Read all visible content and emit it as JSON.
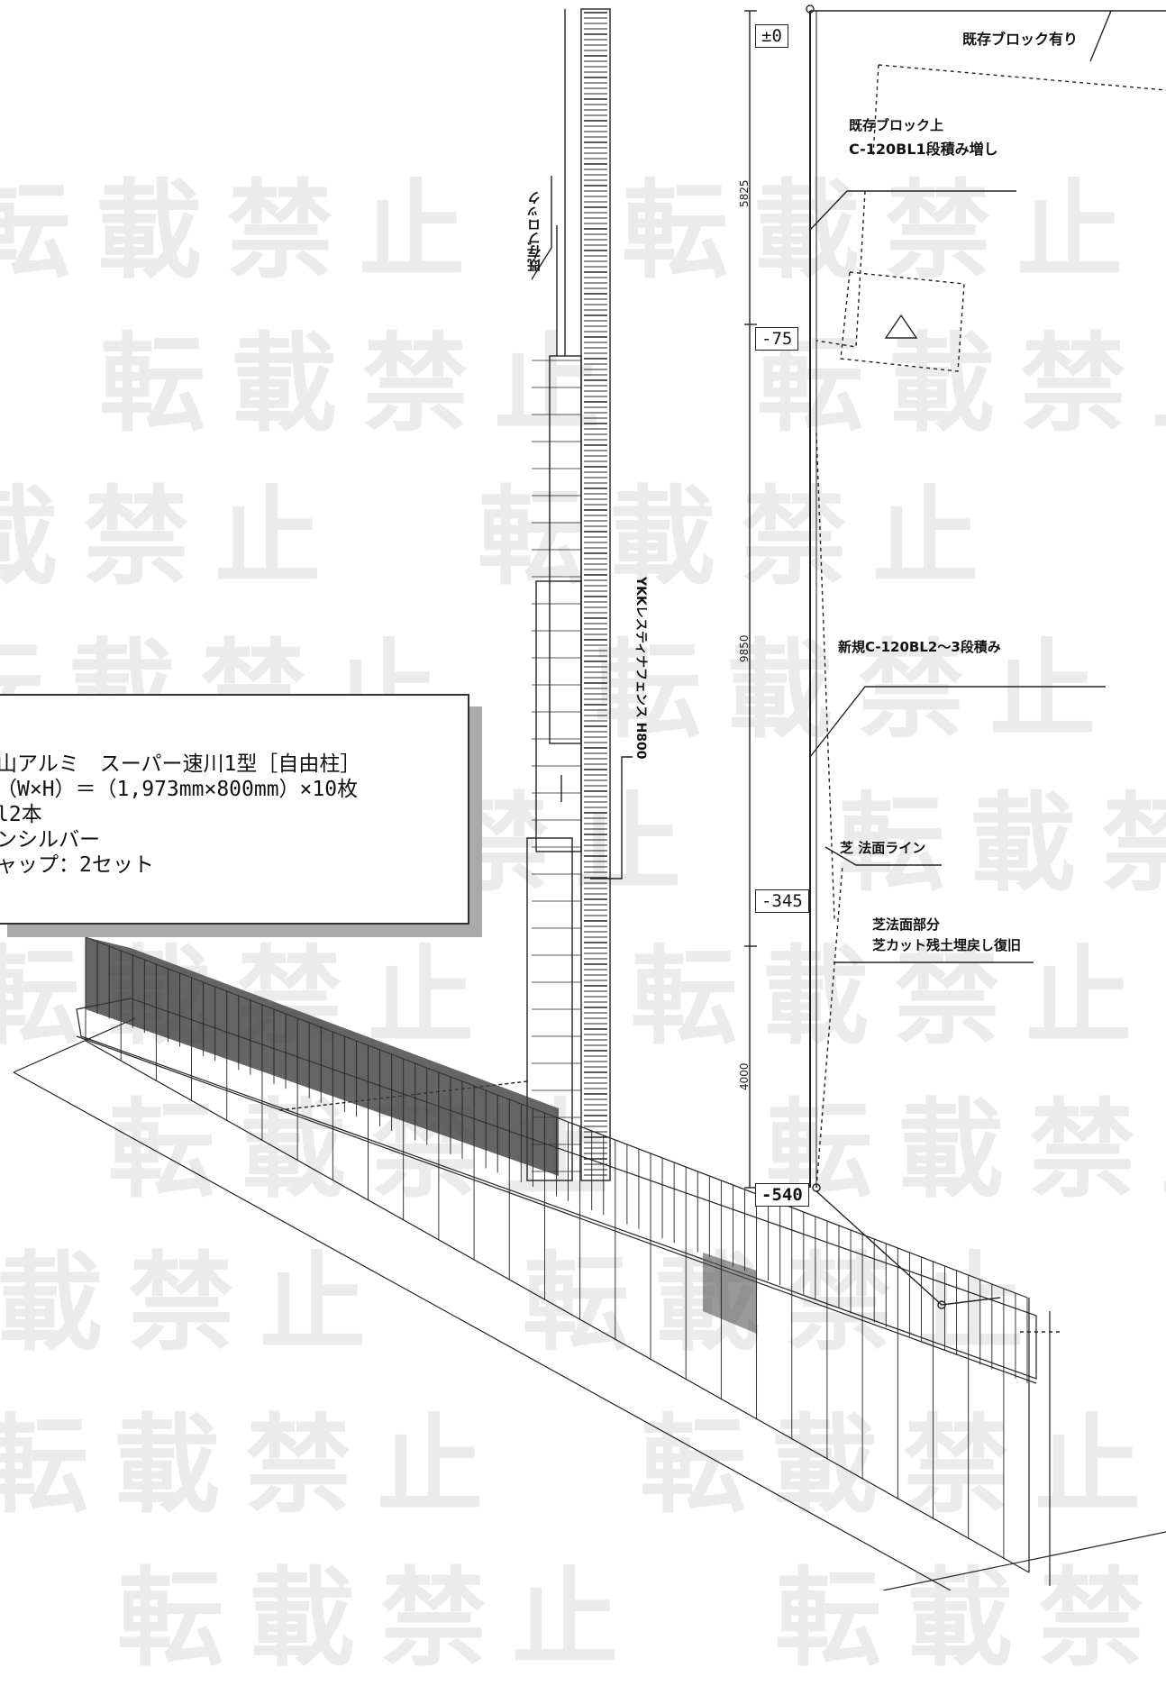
{
  "watermark": {
    "text": "転載禁止"
  },
  "spec_box": {
    "lines": [
      "山アルミ　スーパー速川1型［自由柱］",
      "（W×H）＝（1,973mm×800mm）×10枚",
      "l2本",
      "ンシルバー",
      "ャップ：2セット"
    ]
  },
  "levels": {
    "top": "±0",
    "l75": "-75",
    "l345": "-345",
    "l540": "-540"
  },
  "dimensions": {
    "d1": "5825",
    "d2": "9850",
    "d3": "4000"
  },
  "annotations": {
    "existing_block": "既存ブロック有り",
    "existing_block_top_1": "既存ブロック上",
    "existing_block_top_2": "C-120BL1段積み増し",
    "new_block": "新規C-120BL2〜3段積み",
    "slope_line": "芝 法面ライン",
    "slope_part_1": "芝法面部分",
    "slope_part_2": "芝カット残土埋戻し復旧",
    "block_label": "既存ブロック",
    "fence_label": "YKKレスティナフェンス H800"
  }
}
